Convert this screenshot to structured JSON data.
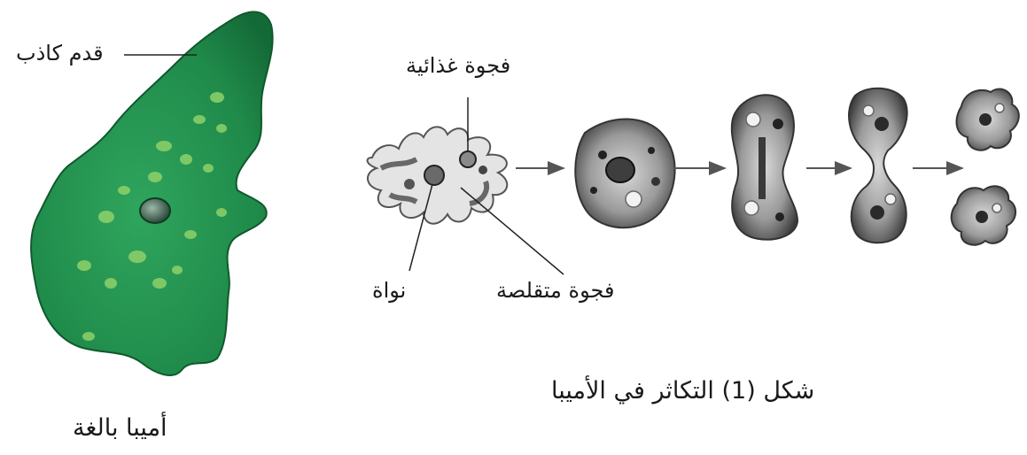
{
  "labels": {
    "pseudopod": "قدم كاذب",
    "food_vacuole": "فجوة غذائية",
    "nucleus": "نواة",
    "contractile_vacuole": "فجوة متقلصة"
  },
  "captions": {
    "adult": "أميبا بالغة",
    "figure": "شكل (1) التكاثر في الأميبا"
  },
  "colors": {
    "amoeba_green": "#1f8a4a",
    "amoeba_dark": "#146a37",
    "spot_green": "#8fd16a",
    "cell_gray": "#8a8a8a",
    "line": "#222222"
  }
}
